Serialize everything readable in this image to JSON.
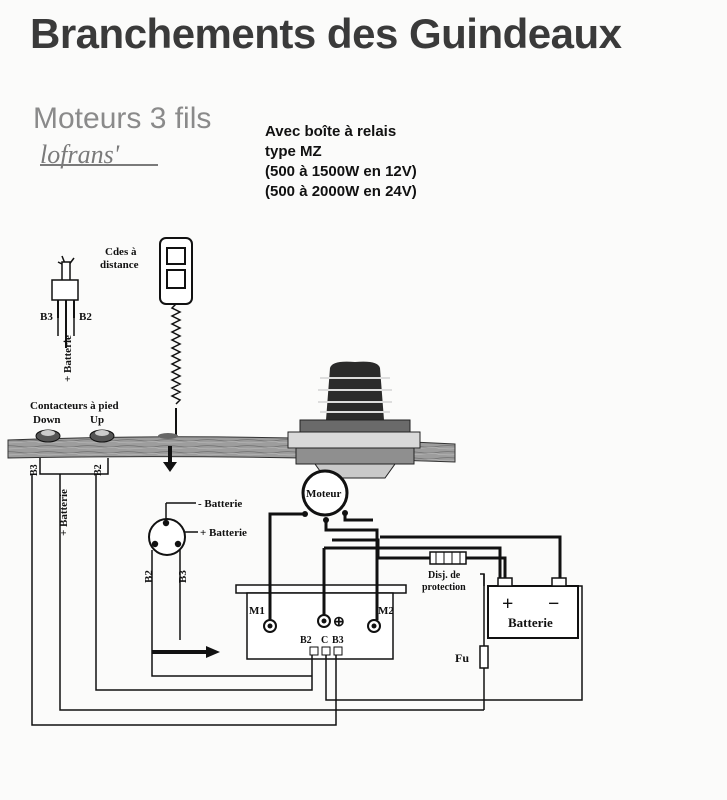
{
  "header": {
    "title": "Branchements des Guindeaux",
    "subtitle": "Moteurs 3 fils",
    "brand": "lofrans'"
  },
  "spec": {
    "line1": "Avec boîte à relais",
    "line2": "type MZ",
    "line3": "(500 à 1500W en 12V)",
    "line4": "(500 à 2000W en 24V)"
  },
  "labels": {
    "remote_controls": "Cdes à\ndistance",
    "remote_controls_l1": "Cdes à",
    "remote_controls_l2": "distance",
    "switch_b3": "B3",
    "switch_b2": "B2",
    "switch_batterie": "+ Batterie",
    "foot_switches": "Contacteurs à pied",
    "down": "Down",
    "up": "Up",
    "deck_b3": "B3",
    "deck_b2": "B2",
    "deck_batterie": "+ Batterie",
    "minus_batterie": "- Batterie",
    "plus_batterie": "+ Batterie",
    "conn_b2": "B2",
    "conn_b3": "B3",
    "motor": "Moteur",
    "m1": "M1",
    "m2": "M2",
    "relay_plus": "⊕",
    "relay_b2": "B2",
    "relay_c": "C",
    "relay_b3": "B3",
    "breaker_l1": "Disj. de",
    "breaker_l2": "protection",
    "battery": "Batterie",
    "battery_plus": "+",
    "battery_minus": "−",
    "fuse": "Fu"
  }
}
